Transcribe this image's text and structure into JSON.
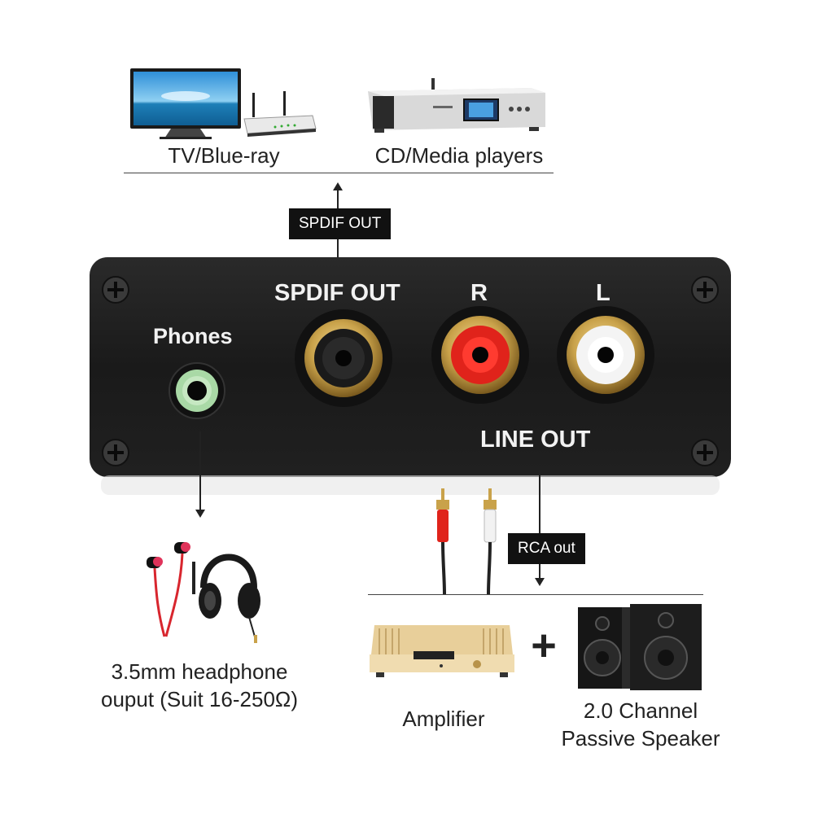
{
  "sources": {
    "tv_label": "TV/Blue-ray",
    "media_label": "CD/Media players"
  },
  "tags": {
    "spdif_out": "SPDIF OUT",
    "rca_out": "RCA out"
  },
  "panel": {
    "spdif_label": "SPDIF OUT",
    "right_label": "R",
    "left_label": "L",
    "phones_label": "Phones",
    "line_out_label": "LINE OUT"
  },
  "outputs": {
    "headphone_line1": "3.5mm headphone",
    "headphone_line2": "ouput (Suit 16-250Ω)",
    "amplifier_label": "Amplifier",
    "plus_sign": "+",
    "speaker_line1": "2.0 Channel",
    "speaker_line2": "Passive Speaker"
  },
  "colors": {
    "panel": "#1c1c1c",
    "rca_red": "#e0231b",
    "rca_white": "#f4f4f4",
    "phones_ring": "#a9d9a6",
    "gold": "#c9a24a"
  }
}
